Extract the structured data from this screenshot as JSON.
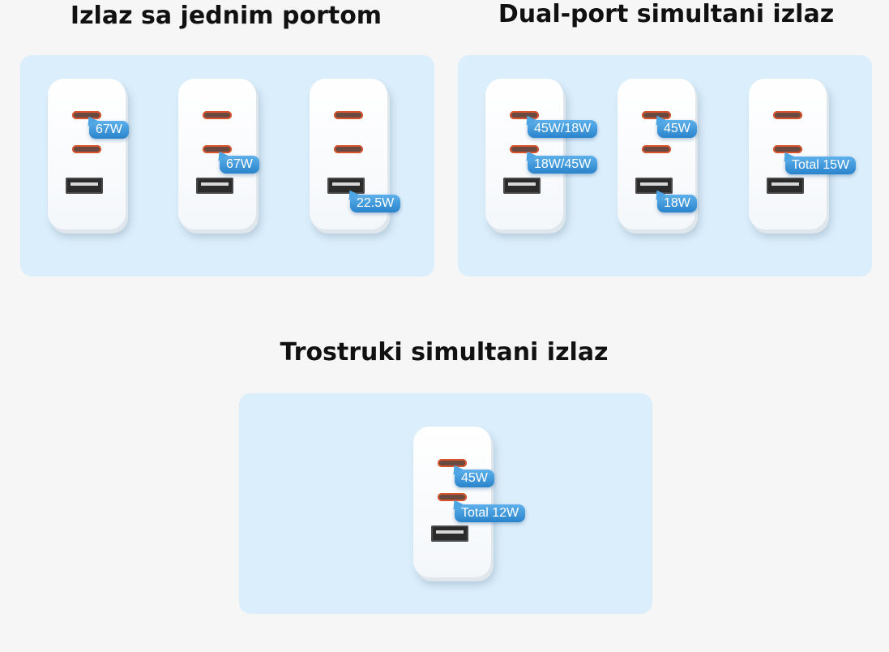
{
  "sections": {
    "single": {
      "title": "Izlaz sa jednim portom"
    },
    "dual": {
      "title": "Dual-port simultani izlaz"
    },
    "triple": {
      "title": "Trostruki simultani izlaz"
    }
  },
  "labels": {
    "single_c1": "67W",
    "single_c2": "67W",
    "single_a": "22.5W",
    "dual_ab_c1": "45W/18W",
    "dual_ab_c2": "18W/45W",
    "dual_ca_c1": "45W",
    "dual_ca_a": "18W",
    "dual_c2a": "Total 15W",
    "triple_c1": "45W",
    "triple_rest": "Total 12W"
  }
}
